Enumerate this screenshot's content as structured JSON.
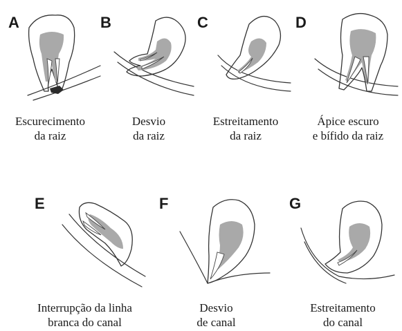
{
  "panels": [
    {
      "letter": "A",
      "caption": [
        "Escurecimento",
        "da raiz"
      ]
    },
    {
      "letter": "B",
      "caption": [
        "Desvio",
        "da raiz"
      ]
    },
    {
      "letter": "C",
      "caption": [
        "Estreitamento",
        "da raiz"
      ]
    },
    {
      "letter": "D",
      "caption": [
        "Ápice escuro",
        "e bífido da raiz"
      ]
    },
    {
      "letter": "E",
      "caption": [
        "Interrupção da linha",
        "branca do canal"
      ]
    },
    {
      "letter": "F",
      "caption": [
        "Desvio",
        "de canal"
      ]
    },
    {
      "letter": "G",
      "caption": [
        "Estreitamento",
        "do canal"
      ]
    }
  ],
  "colors": {
    "pulp": "#a9a9a9",
    "line": "#333333",
    "dark_spot": "#2b2b2b"
  }
}
